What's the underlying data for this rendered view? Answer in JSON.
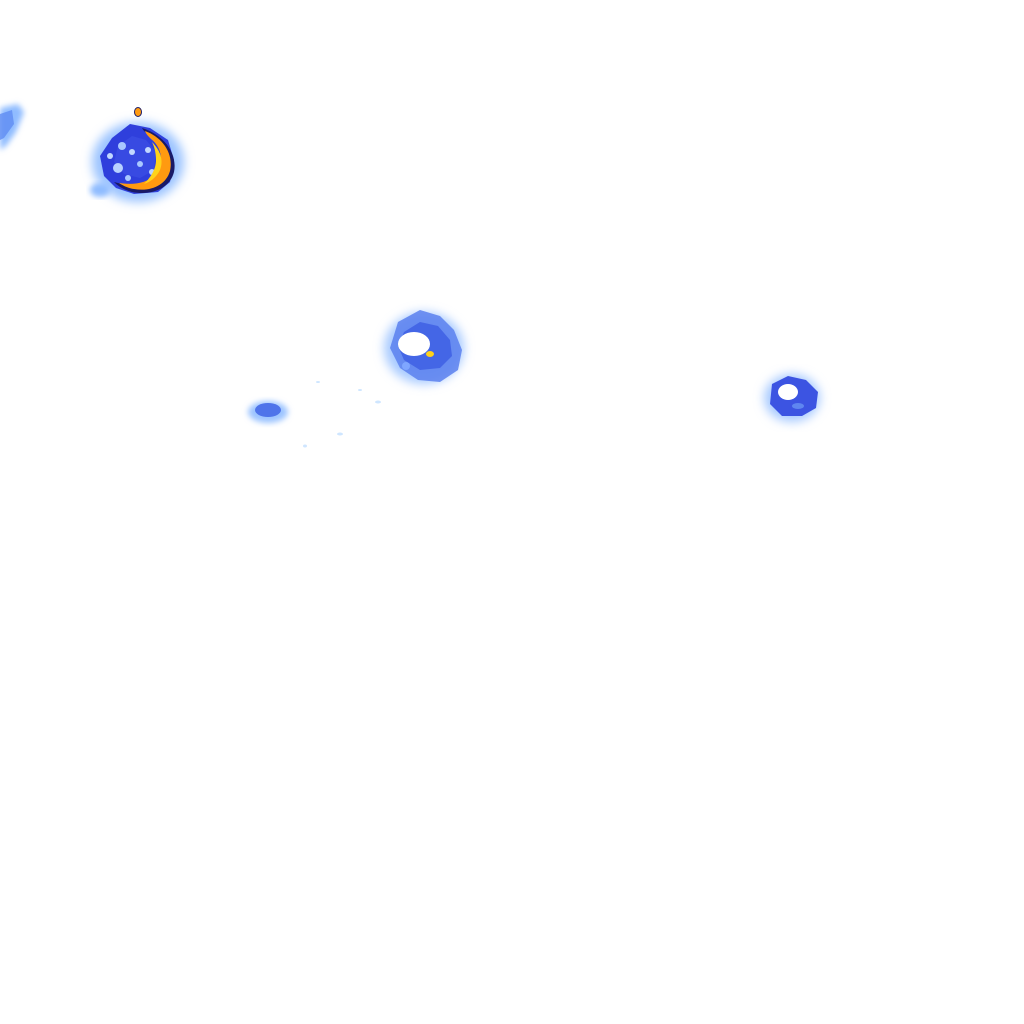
{
  "image": {
    "background": "#ffffff",
    "palette": {
      "faint": "#cfe6ff",
      "light": "#7fb2ff",
      "mid": "#4a78ee",
      "deep": "#2b35d8",
      "hot_orange": "#ff9a10",
      "hot_yellow": "#ffd21a",
      "outline": "#1a1a66"
    },
    "blobs": [
      {
        "id": "cluster-top-left",
        "intensity": "high"
      },
      {
        "id": "edge-fragment-left",
        "intensity": "low"
      },
      {
        "id": "ring-center",
        "intensity": "medium"
      },
      {
        "id": "small-patch-left-center",
        "intensity": "low"
      },
      {
        "id": "ring-right",
        "intensity": "medium"
      }
    ]
  }
}
